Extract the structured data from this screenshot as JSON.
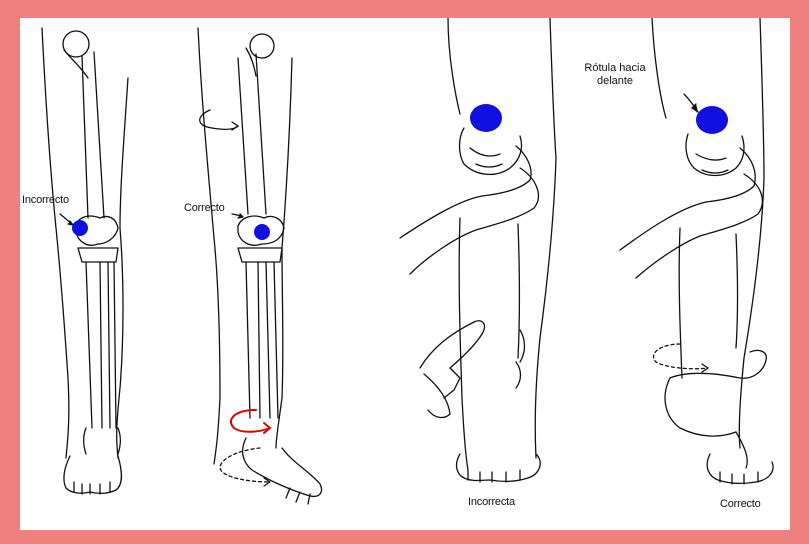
{
  "colors": {
    "outer_border": "#1a1a6e",
    "frame": "#f08080",
    "panel": "#ffffff",
    "kneecap": "#1010e0",
    "rotation_arrow_red": "#e00000",
    "line": "#111111"
  },
  "figures": [
    {
      "id": "fig1",
      "label": "Incorrecto"
    },
    {
      "id": "fig2",
      "label": "Correcto"
    },
    {
      "id": "fig3",
      "label": "Incorrecta"
    },
    {
      "id": "fig4",
      "label": "Correcto",
      "annotation_line1": "Rótula hacia",
      "annotation_line2": "delante"
    }
  ]
}
